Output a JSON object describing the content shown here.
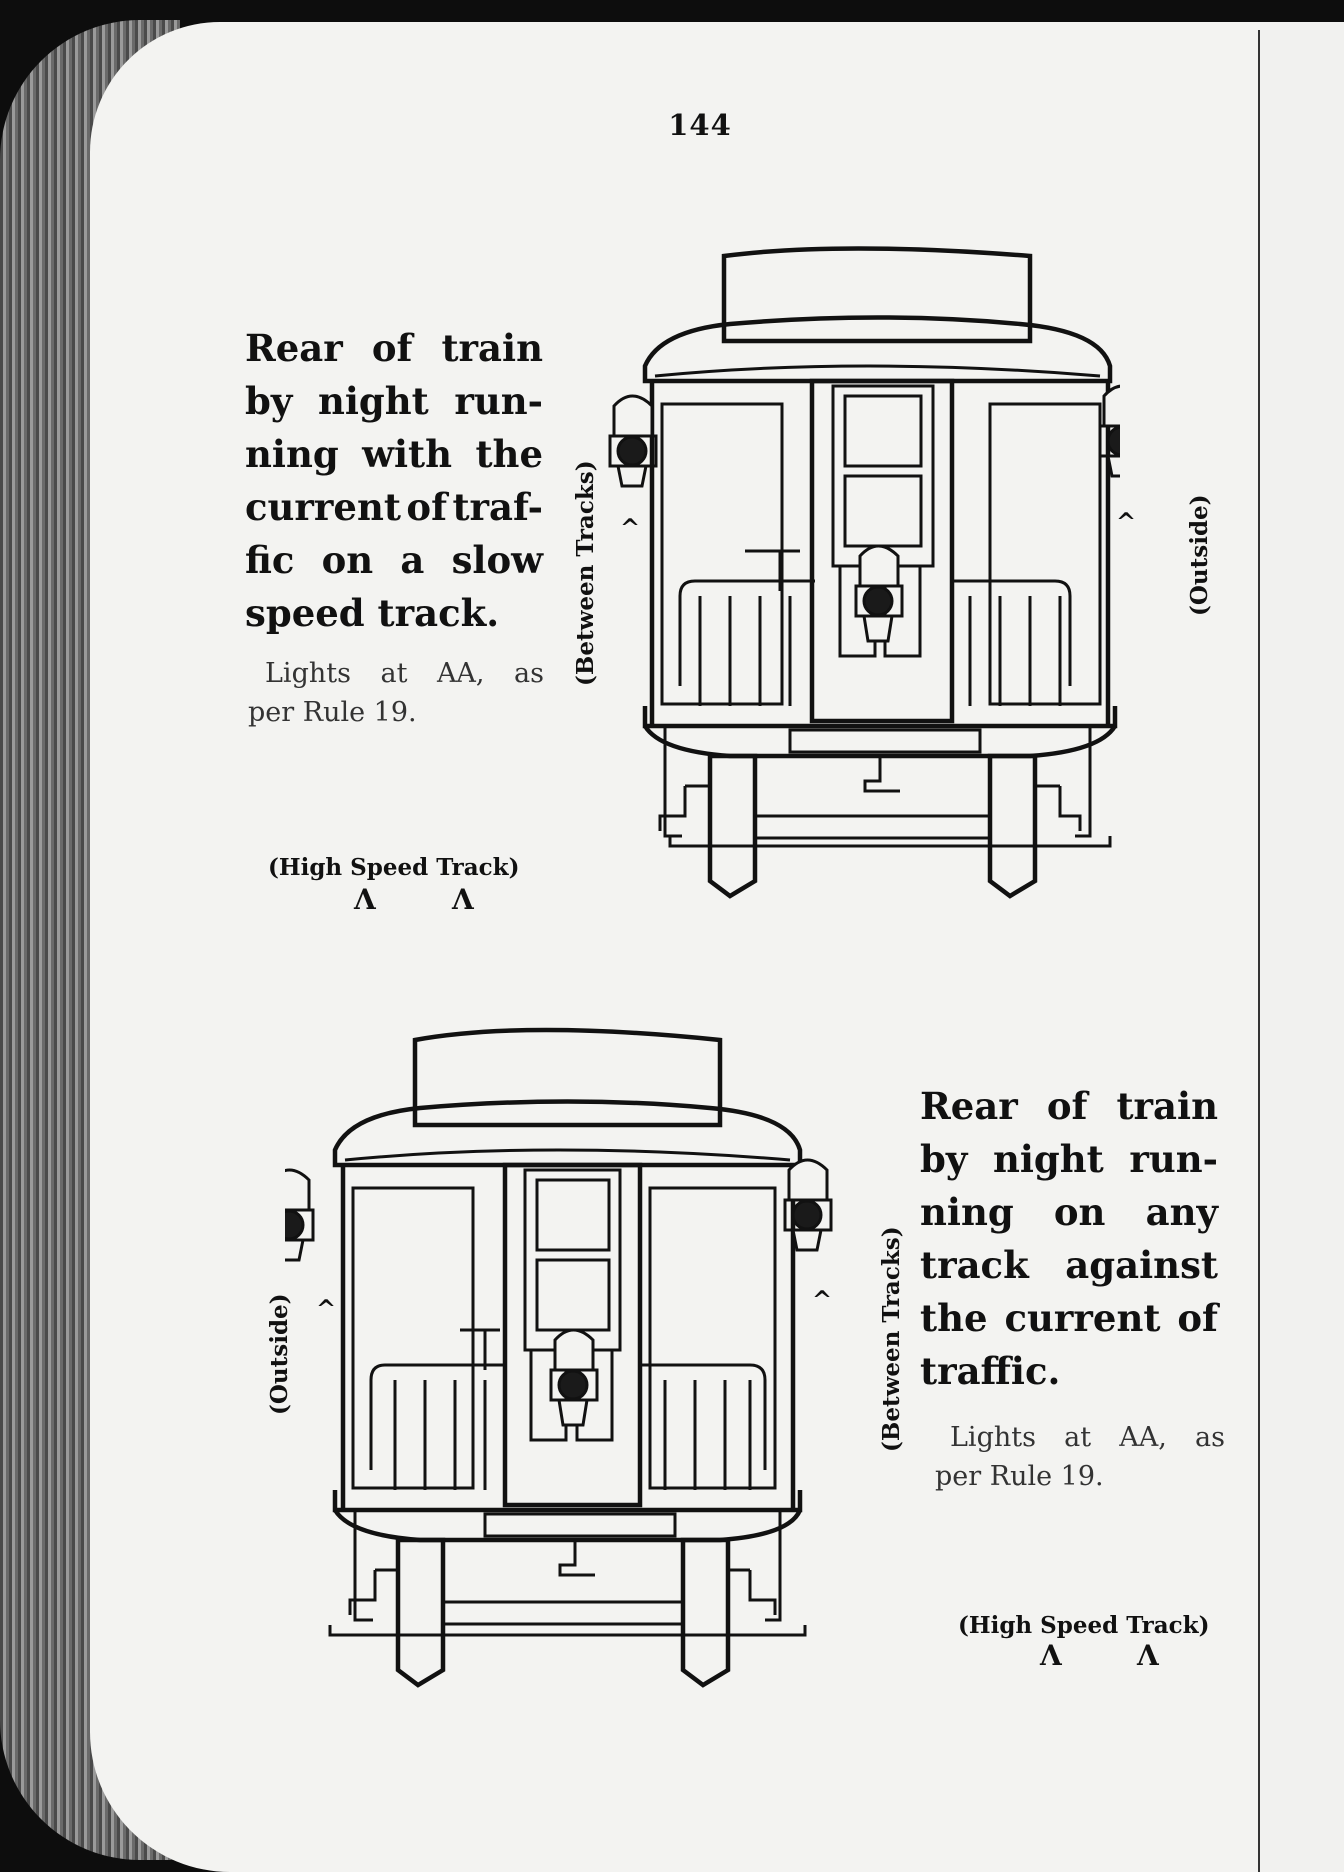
{
  "page": {
    "number": "144"
  },
  "top_figure": {
    "caption_lines": [
      "Rear of train",
      "by night run-",
      "ning with the",
      "current of traf-",
      "fic on a slow",
      "speed track."
    ],
    "note_lines": [
      "Lights at AA, as",
      "per Rule 19."
    ],
    "high_speed_label": "(High Speed Track)",
    "between_label": "(Between Tracks)",
    "outside_label": "(Outside)",
    "marker": "Λ",
    "lamp_marker": "^"
  },
  "bottom_figure": {
    "caption_lines": [
      "Rear of train",
      "by night run-",
      "ning on any",
      "track against",
      "the current of",
      "traffic."
    ],
    "note_lines": [
      "Lights at AA, as",
      "per Rule 19."
    ],
    "high_speed_label": "(High Speed Track)",
    "between_label": "(Between Tracks)",
    "outside_label": "(Outside)",
    "marker": "Λ",
    "lamp_marker": "^"
  }
}
